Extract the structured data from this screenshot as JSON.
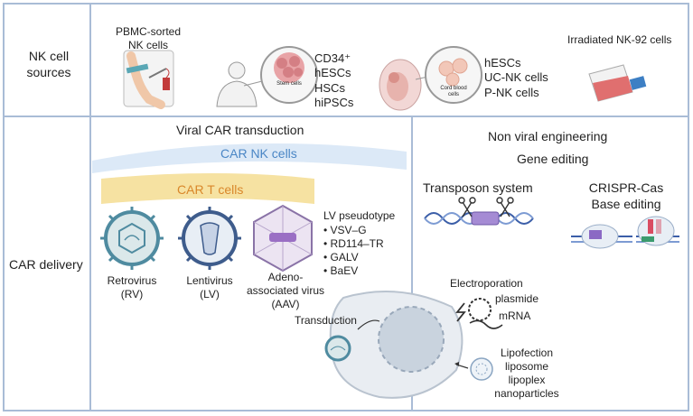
{
  "sources": {
    "row_label": "NK cell\nsources",
    "pbmc": "PBMC-sorted\nNK cells",
    "stem_cells_tag": "Stem cells",
    "stem_list": [
      "CD34⁺",
      "hESCs",
      "HSCs",
      "hiPSCs"
    ],
    "cord_tag": "Cord blood\ncells",
    "cord_list": [
      "hESCs",
      "UC-NK cells",
      "P-NK cells"
    ],
    "nk92": "Irradiated NK-92 cells"
  },
  "delivery": {
    "row_label": "CAR delivery",
    "viral_title": "Viral CAR transduction",
    "car_nk": "CAR NK cells",
    "car_t": "CAR T cells",
    "retrovirus": "Retrovirus\n(RV)",
    "lentivirus": "Lentivirus\n(LV)",
    "aav": "Adeno-\nassociated virus\n(AAV)",
    "lv_title": "LV pseudotype",
    "lv_list": [
      "VSV–G",
      "RD114–TR",
      "GALV",
      "BaEV"
    ],
    "transduction": "Transduction",
    "nonviral_title": "Non viral engineering",
    "gene_editing": "Gene editing",
    "transposon": "Transposon system",
    "crispr": "CRISPR-Cas\nBase editing",
    "electroporation": "Electroporation",
    "plasmide": "plasmide",
    "mrna": "mRNA",
    "lipofection": [
      "Lipofection",
      "liposome",
      "lipoplex",
      "nanoparticles"
    ]
  },
  "colors": {
    "border": "#a9bcd6",
    "car_nk_band": "#dce9f7",
    "car_nk_text": "#4a86c5",
    "car_t_band": "#f6e2a2",
    "car_t_text": "#d9872a",
    "virus": "#4f8ba0",
    "cell": "#c9d3de"
  }
}
